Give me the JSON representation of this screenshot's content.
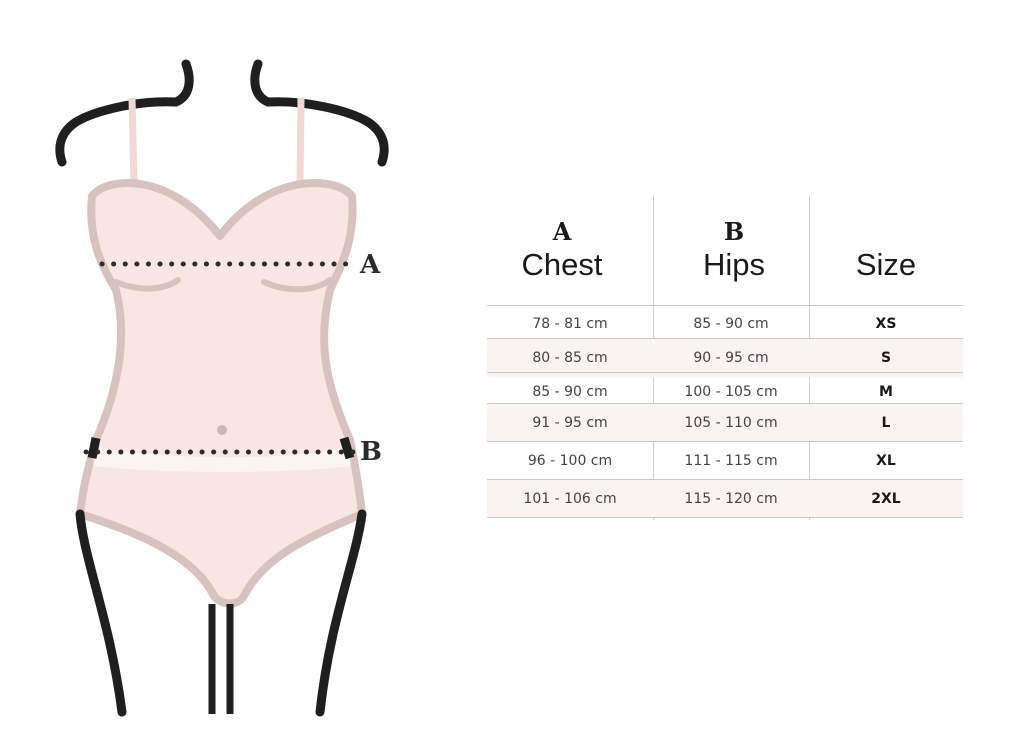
{
  "figure": {
    "label_a": "A",
    "label_b": "B",
    "colors": {
      "body_fill": "#f7e6e4",
      "body_outline": "#d8c2c0",
      "strap": "#f2d8d4",
      "outline_dark": "#1f1f1f",
      "dots": "#2b2b2b"
    }
  },
  "table": {
    "headers": [
      {
        "letter": "A",
        "word": "Chest"
      },
      {
        "letter": "B",
        "word": "Hips"
      },
      {
        "letter": "",
        "word": "Size"
      }
    ],
    "rows": [
      {
        "chest": "78 - 81 cm",
        "hips": "85 - 90 cm",
        "size": "XS"
      },
      {
        "chest": "80 - 85 cm",
        "hips": "90 - 95 cm",
        "size": "S"
      },
      {
        "chest": "85 - 90 cm",
        "hips": "100 - 105 cm",
        "size": "M"
      },
      {
        "chest": "91 - 95 cm",
        "hips": "105 - 110 cm",
        "size": "L"
      },
      {
        "chest": "96 - 100 cm",
        "hips": "111 - 115 cm",
        "size": "XL"
      },
      {
        "chest": "101 - 106 cm",
        "hips": "115 - 120 cm",
        "size": "2XL"
      }
    ]
  }
}
